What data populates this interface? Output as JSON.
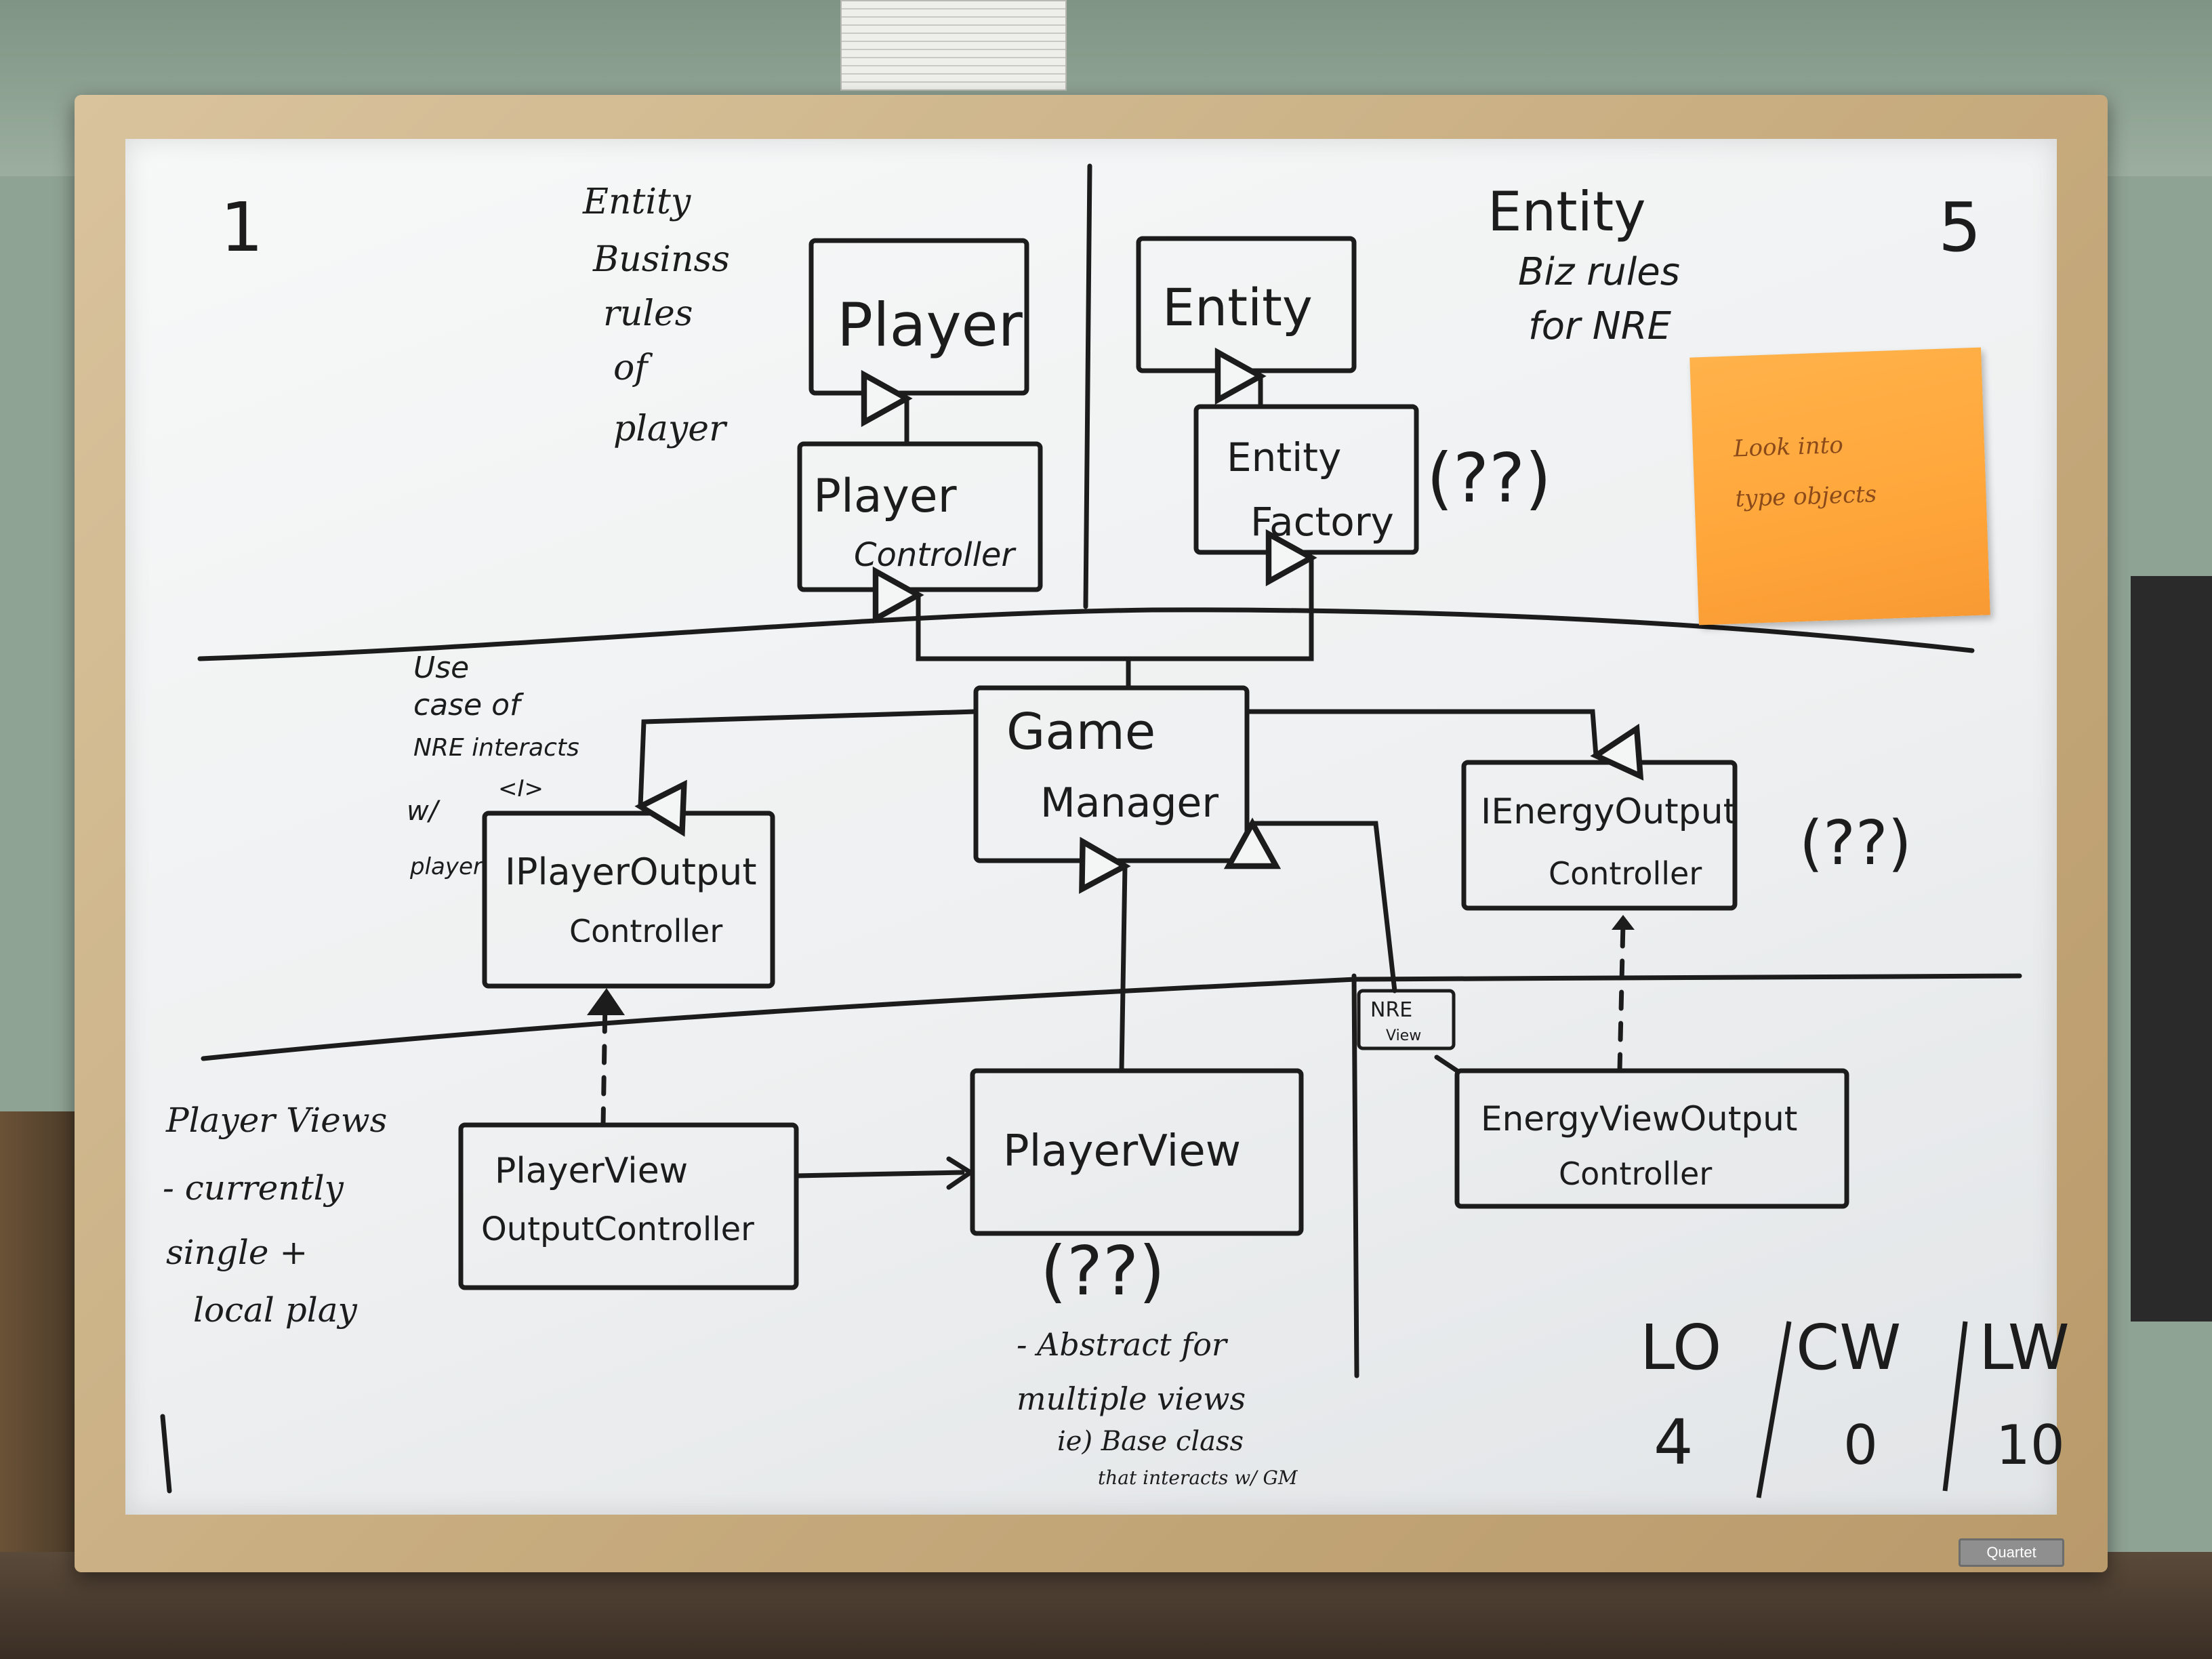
{
  "corner_labels": {
    "top_left": "1",
    "top_right": "5"
  },
  "notes": {
    "entity_business": [
      "Entity",
      "Businss",
      "rules",
      "of",
      "player"
    ],
    "entity_biz": [
      "Entity",
      "Biz rules",
      "for NRE"
    ],
    "use_case": [
      "Use",
      "case of",
      "NRE interacts",
      "<I>",
      "w/",
      "player"
    ],
    "player_views": [
      "Player Views",
      "- currently",
      "single +",
      "local play"
    ],
    "abstract": [
      "- Abstract for",
      "multiple views",
      "ie) Base class",
      "that interacts w/ GM"
    ]
  },
  "boxes": {
    "player": [
      "Player"
    ],
    "player_controller": [
      "Player",
      "Controller"
    ],
    "entity": [
      "Entity"
    ],
    "entity_factory": [
      "Entity",
      "Factory"
    ],
    "game_manager": [
      "Game",
      "Manager"
    ],
    "iplayer_output": [
      "IPlayerOutput",
      "Controller"
    ],
    "ienergy_output": [
      "IEnergyOutput",
      "Controller"
    ],
    "player_view_output": [
      "PlayerView",
      "OutputController"
    ],
    "player_view": [
      "PlayerView"
    ],
    "energy_view_output": [
      "EnergyViewOutput",
      "Controller"
    ],
    "nre_view": [
      "NRE",
      "View"
    ]
  },
  "question_marks": {
    "entity_factory": "(??)",
    "ienergy": "(??)",
    "player_view": "(??)"
  },
  "sticky_note": [
    "Look into",
    "type objects"
  ],
  "score_table": {
    "headers": [
      "LO",
      "CW",
      "LW"
    ],
    "values": [
      "4",
      "0",
      "10"
    ]
  },
  "brand": "Quartet",
  "colors": {
    "marker": "#1c1c1c",
    "sticky": "#ffa63a",
    "board": "#f2f3f4",
    "frame": "#c8ad80"
  }
}
